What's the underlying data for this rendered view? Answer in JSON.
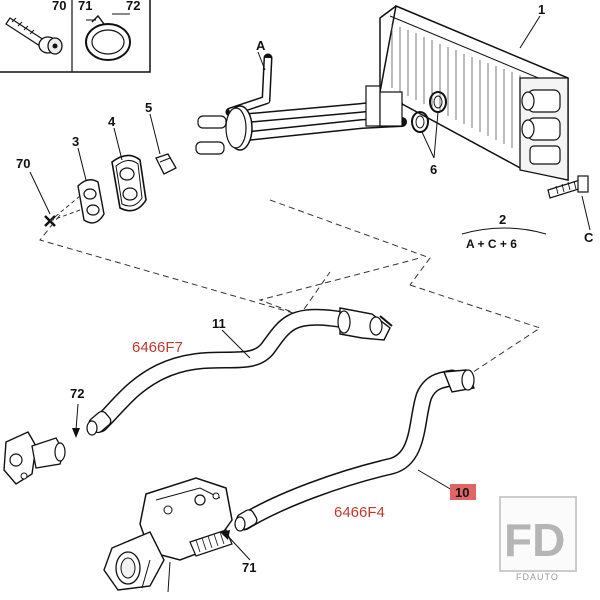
{
  "legend_box": {
    "labels": [
      "70",
      "71",
      "72"
    ]
  },
  "parts": {
    "p1": "1",
    "pA": "A",
    "p3": "3",
    "p4": "4",
    "p5": "5",
    "p6": "6",
    "p70": "70",
    "pC": "C",
    "p2": "2",
    "formula": "A + C + 6",
    "p11": "11",
    "p72": "72",
    "p10": "10",
    "p71": "71"
  },
  "references": {
    "hose11_ref": "6466F7",
    "hose10_ref": "6466F4"
  },
  "colors": {
    "line": "#111111",
    "ref_text": "#c0392b",
    "highlight": "#e06666",
    "watermark": "#bbbbbb"
  },
  "watermark": {
    "logo": "FD",
    "caption": "FDAUTO"
  }
}
